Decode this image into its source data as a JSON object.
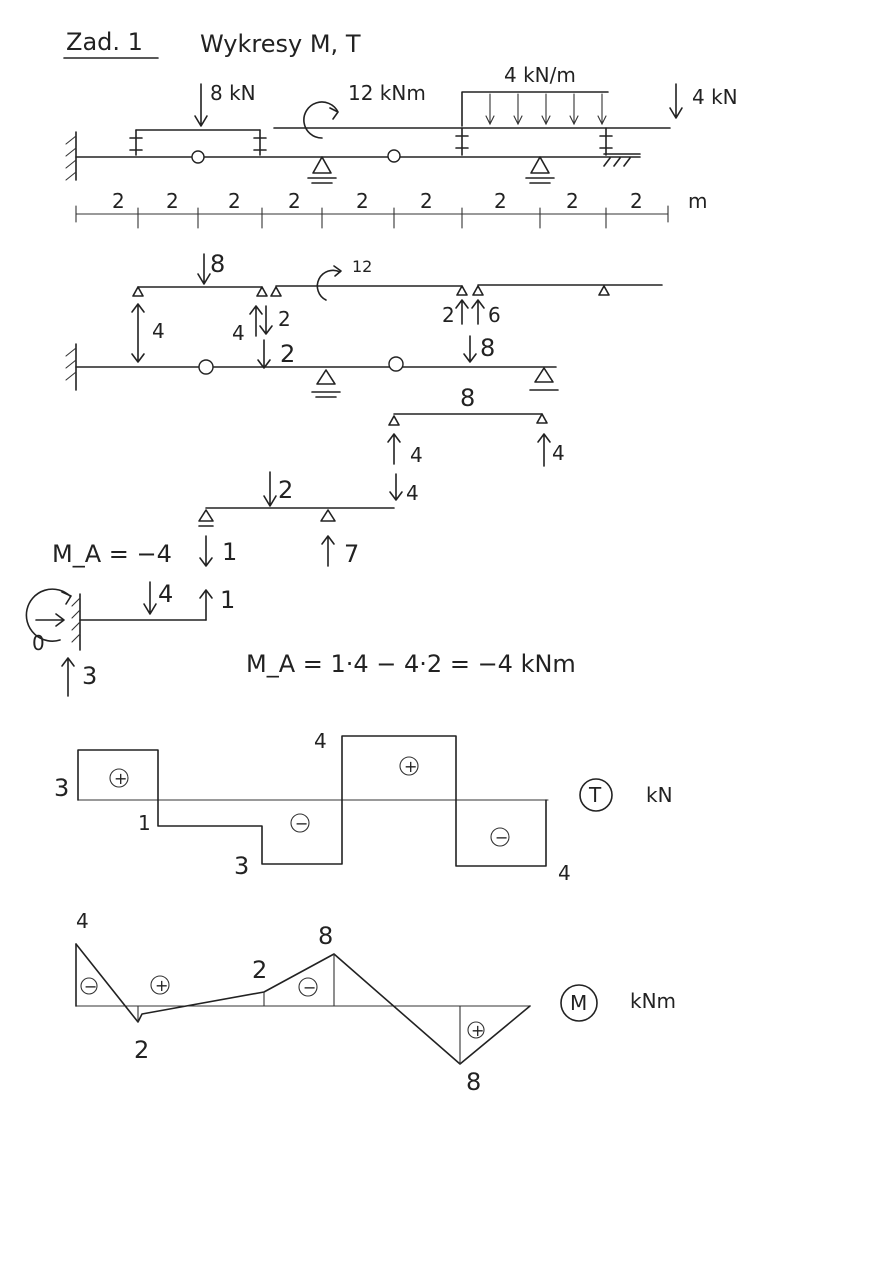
{
  "header": {
    "task": "Zad. 1",
    "title": "Wykresy M, T"
  },
  "loads": {
    "p1": "8 kN",
    "moment": "12 kNm",
    "distributed": "4 kN/m",
    "p2": "4 kN"
  },
  "dimensions": {
    "segments": [
      "2",
      "2",
      "2",
      "2",
      "2",
      "2",
      "2",
      "2",
      "2"
    ],
    "unit": "m"
  },
  "decomposition": {
    "upper_beam": {
      "load": "8",
      "moment": "12",
      "r_left": "4",
      "r_mid_a": "4",
      "r_mid_b": "2",
      "r_right_a": "2",
      "r_right_b": "6"
    },
    "main_beam": {
      "left_reaction": "4",
      "mid_load": "2",
      "right_load": "8"
    },
    "beam_b": {
      "load": "8",
      "r_left_up": "4",
      "r_right_up": "4",
      "r_left_down": "4"
    },
    "beam_c": {
      "load": "2",
      "r_left_down": "1",
      "r_right_up": "7"
    },
    "cantilever": {
      "ma_label": "M_A = −4",
      "load": "4",
      "tip_reaction": "1",
      "zero": "0",
      "base_reaction": "3"
    }
  },
  "formula": "M_A = 1·4 − 4·2 = −4 kNm",
  "shear_diagram": {
    "symbol": "T",
    "unit": "kN",
    "labels": [
      "3",
      "1",
      "3",
      "4",
      "4"
    ],
    "signs": [
      "+",
      "−",
      "+",
      "−"
    ]
  },
  "moment_diagram": {
    "symbol": "M",
    "unit": "kNm",
    "labels": [
      "4",
      "2",
      "2",
      "8",
      "8"
    ],
    "signs": [
      "−",
      "+",
      "−",
      "+"
    ]
  }
}
